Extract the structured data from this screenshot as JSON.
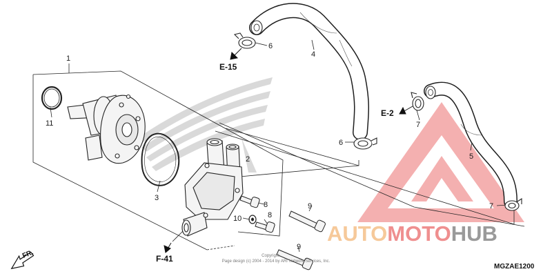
{
  "diagram": {
    "callouts": {
      "c1": "1",
      "c2": "2",
      "c3": "3",
      "c4": "4",
      "c5": "5",
      "c6a": "6",
      "c6b": "6",
      "c7a": "7",
      "c7b": "7",
      "c8a": "8",
      "c8b": "8",
      "c9a": "9",
      "c9b": "9",
      "c10": "10",
      "c11": "11"
    },
    "refs": {
      "e15": "E-15",
      "e2": "E-2",
      "f41": "F-41"
    },
    "direction_label": "FR.",
    "diagram_code": "MGZAE1200",
    "copyright_line1": "Copyright",
    "copyright_line2": "Page design (c) 2004 - 2014 by ARI Network Services, Inc."
  },
  "watermark": {
    "part1": "AUTO",
    "part2": "MOTO",
    "part3": "HUB"
  },
  "colors": {
    "line": "#222222",
    "honda_logo": "#d6d6d6",
    "watermark_triangle": "#f29a9a",
    "watermark_auto": "#f6c99a",
    "watermark_moto": "#ef8f8f",
    "watermark_hub": "#9a9a9a"
  }
}
